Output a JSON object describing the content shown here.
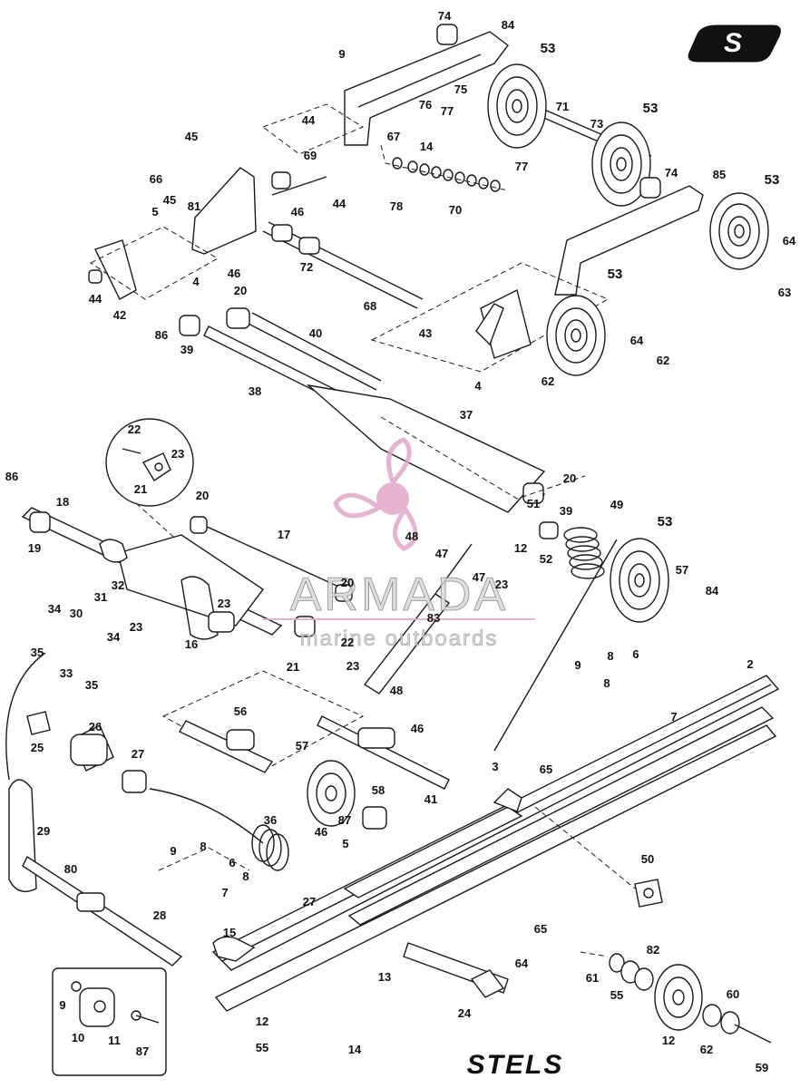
{
  "brand": {
    "top_logo_glyph": "S",
    "bottom_logo": "STELS"
  },
  "watermark": {
    "title": "ARMADA",
    "subtitle": "marine outboards",
    "color": "#e2a7c8"
  },
  "callouts": [
    "74",
    "84",
    "9",
    "53",
    "75",
    "77",
    "44",
    "76",
    "71",
    "73",
    "53",
    "67",
    "14",
    "45",
    "69",
    "74",
    "85",
    "66",
    "81",
    "46",
    "44",
    "77",
    "78",
    "70",
    "45",
    "5",
    "53",
    "64",
    "72",
    "46",
    "4",
    "63",
    "44",
    "42",
    "68",
    "20",
    "53",
    "43",
    "86",
    "39",
    "64",
    "62",
    "40",
    "4",
    "62",
    "38",
    "37",
    "22",
    "23",
    "21",
    "86",
    "18",
    "20",
    "20",
    "51",
    "39",
    "49",
    "53",
    "19",
    "17",
    "48",
    "47",
    "12",
    "52",
    "47",
    "23",
    "57",
    "84",
    "32",
    "34",
    "31",
    "20",
    "30",
    "23",
    "83",
    "16",
    "23",
    "35",
    "34",
    "33",
    "22",
    "21",
    "35",
    "48",
    "23",
    "9",
    "8",
    "6",
    "2",
    "8",
    "7",
    "25",
    "56",
    "26",
    "27",
    "57",
    "46",
    "3",
    "65",
    "41",
    "87",
    "58",
    "36",
    "46",
    "5",
    "29",
    "9",
    "8",
    "6",
    "50",
    "80",
    "8",
    "7",
    "27",
    "65",
    "28",
    "15",
    "82",
    "64",
    "61",
    "55",
    "60",
    "24",
    "13",
    "9",
    "12",
    "10",
    "11",
    "87",
    "12",
    "55",
    "62",
    "14",
    "59"
  ]
}
